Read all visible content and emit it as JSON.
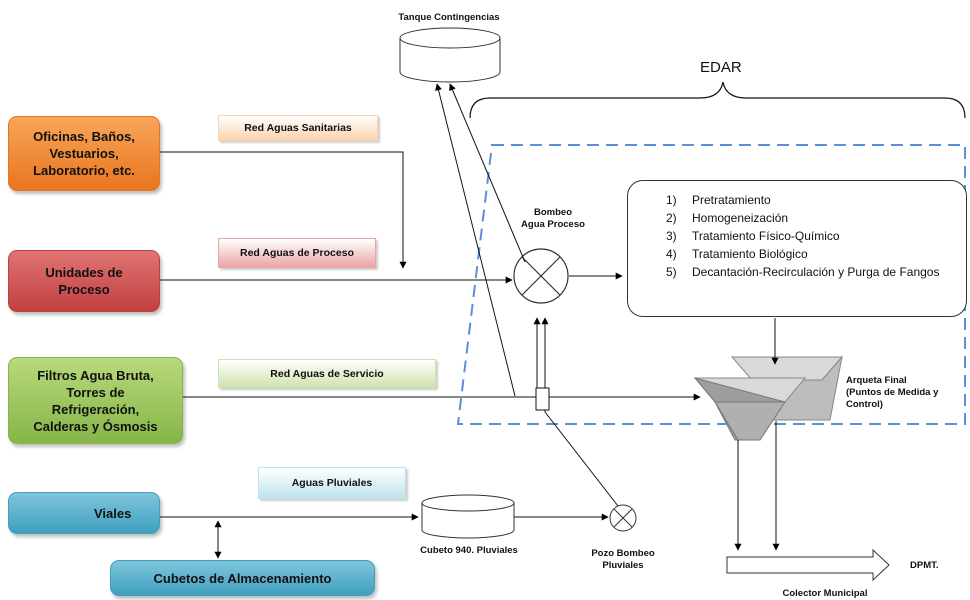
{
  "title": "EDAR",
  "sources": [
    {
      "id": "oficinas",
      "text": "Oficinas, Baños,\nVestuarios,\nLaboratorio, etc.",
      "color_top": "#f8a55a",
      "color_bottom": "#e8761f"
    },
    {
      "id": "unidades",
      "text": "Unidades de\nProceso",
      "color_top": "#e07474",
      "color_bottom": "#c0403f"
    },
    {
      "id": "filtros",
      "text": "Filtros Agua Bruta,\nTorres de\nRefrigeración,\nCalderas y Ósmosis",
      "color_top": "#b8d97c",
      "color_bottom": "#86b548"
    },
    {
      "id": "viales",
      "text": "Viales",
      "color_top": "#7fc6dc",
      "color_bottom": "#3f9fbf"
    },
    {
      "id": "cubetos",
      "text": "Cubetos de Almacenamiento",
      "color_top": "#7fc6dc",
      "color_bottom": "#3f9fbf"
    }
  ],
  "networks": {
    "sanitarias": "Red Aguas Sanitarias",
    "proceso": "Red Aguas de Proceso",
    "servicio": "Red Aguas de Servicio",
    "pluviales": "Aguas Pluviales"
  },
  "labels": {
    "tanque": "Tanque Contingencias",
    "bombeo": "Bombeo\nAgua Proceso",
    "arqueta": "Arqueta Final\n(Puntos de Medida y\nControl)",
    "cubeto": "Cubeto 940. Pluviales",
    "pozo": "Pozo Bombeo\nPluviales",
    "colector": "Colector Municipal",
    "dpmt": "DPMT."
  },
  "process_steps": [
    {
      "n": "1)",
      "text": "Pretratamiento"
    },
    {
      "n": "2)",
      "text": "Homogeneización"
    },
    {
      "n": "3)",
      "text": "Tratamiento Físico-Químico"
    },
    {
      "n": "4)",
      "text": "Tratamiento Biológico"
    },
    {
      "n": "5)",
      "text": "Decantación-Recirculación y Purga de Fangos"
    }
  ],
  "colors": {
    "edar_dashed": "#5b8fd6",
    "tag_sanitarias": "#fbd3ad",
    "tag_proceso": "#eaa5a5",
    "tag_servicio": "#cfe3ae",
    "tag_pluviales": "#bfe3ee"
  }
}
